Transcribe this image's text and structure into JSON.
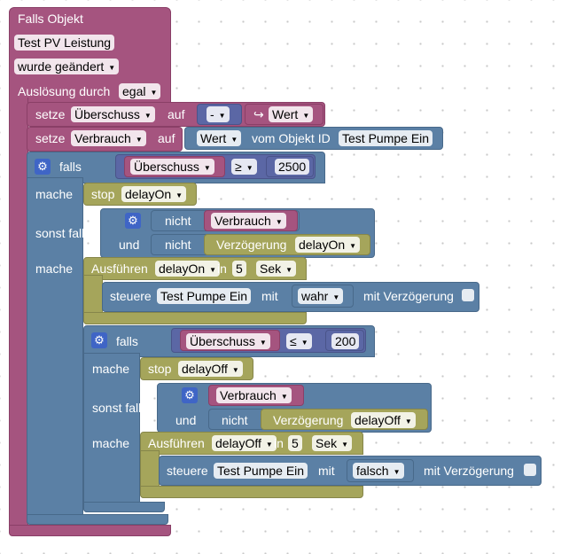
{
  "event": {
    "title": "Falls Objekt",
    "object": "Test PV Leistung",
    "condition": "wurde geändert",
    "trigger_label": "Auslösung durch",
    "trigger_value": "egal"
  },
  "set1": {
    "keyword": "setze",
    "variable": "Überschuss",
    "to": "auf",
    "operator": "-",
    "value": "Wert"
  },
  "set2": {
    "keyword": "setze",
    "variable": "Verbrauch",
    "to": "auf",
    "value": "Wert",
    "from_object": "vom Objekt ID",
    "object": "Test Pumpe Ein"
  },
  "if1": {
    "if_label": "falls",
    "variable": "Überschuss",
    "operator": "≥",
    "number": "2500",
    "do_label": "mache",
    "stop_label": "stop",
    "stop_timer": "delayOn",
    "elseif_label": "sonst falls",
    "not1": "nicht",
    "cond1_var": "Verbrauch",
    "and_label": "und",
    "not2": "nicht",
    "delay_label": "Verzögerung",
    "delay_timer": "delayOn",
    "do2_label": "mache",
    "exec_label": "Ausführen",
    "exec_timer": "delayOn",
    "exec_in": "in",
    "exec_num": "5",
    "exec_unit": "Sek",
    "ctrl_label": "steuere",
    "ctrl_object": "Test Pumpe Ein",
    "ctrl_with": "mit",
    "ctrl_value": "wahr",
    "ctrl_delay": "mit Verzögerung"
  },
  "if2": {
    "if_label": "falls",
    "variable": "Überschuss",
    "operator": "≤",
    "number": "200",
    "do_label": "mache",
    "stop_label": "stop",
    "stop_timer": "delayOff",
    "elseif_label": "sonst falls",
    "cond1_var": "Verbrauch",
    "and_label": "und",
    "not2": "nicht",
    "delay_label": "Verzögerung",
    "delay_timer": "delayOff",
    "do2_label": "mache",
    "exec_label": "Ausführen",
    "exec_timer": "delayOff",
    "exec_in": "in",
    "exec_num": "5",
    "exec_unit": "Sek",
    "ctrl_label": "steuere",
    "ctrl_object": "Test Pumpe Ein",
    "ctrl_with": "mit",
    "ctrl_value": "falsch",
    "ctrl_delay": "mit Verzögerung"
  },
  "icons": {
    "dropdown": "▼",
    "gear": "⚙",
    "arrow": "↪"
  },
  "colors": {
    "event": "#a5547f",
    "logic": "#5b80a5",
    "timer": "#a5a55b",
    "math": "#5b67a5",
    "gear": "#3f65c6"
  }
}
